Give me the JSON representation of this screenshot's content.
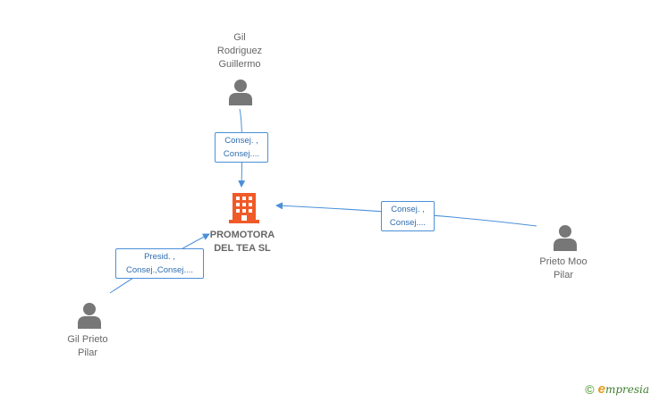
{
  "company": {
    "name_line1": "PROMOTORA",
    "name_line2": "DEL TEA SL",
    "icon": "building-icon",
    "color": "#f05a28"
  },
  "persons": [
    {
      "id": "gil-rodriguez",
      "line1": "Gil",
      "line2": "Rodriguez",
      "line3": "Guillermo",
      "icon": "person-icon"
    },
    {
      "id": "prieto-moo",
      "line1": "Prieto Moo",
      "line2": "Pilar",
      "icon": "person-icon"
    },
    {
      "id": "gil-prieto",
      "line1": "Gil Prieto",
      "line2": "Pilar",
      "icon": "person-icon"
    }
  ],
  "relations": [
    {
      "line1": "Consej. ,",
      "line2": "Consej...."
    },
    {
      "line1": "Consej. ,",
      "line2": "Consej...."
    },
    {
      "line1": "Presid. ,",
      "line2": "Consej.,Consej...."
    }
  ],
  "footer": {
    "copyright": "©",
    "brand_initial": "e",
    "brand_rest": "mpresia"
  },
  "colors": {
    "edge": "#4a90d9",
    "person_icon": "#777777",
    "label_text": "#666666"
  }
}
